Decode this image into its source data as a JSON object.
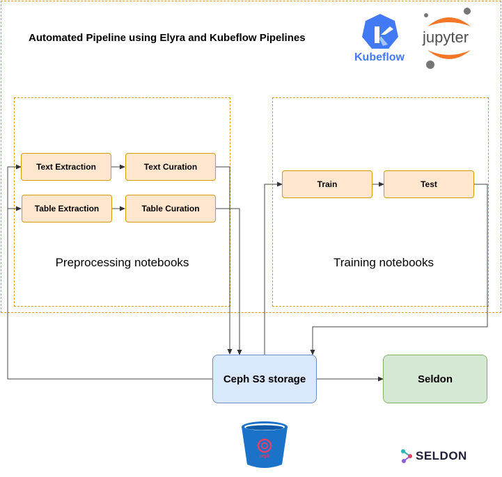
{
  "title": "Automated Pipeline using Elyra and Kubeflow Pipelines",
  "groups": {
    "preprocessing": "Preprocessing notebooks",
    "training": "Training notebooks"
  },
  "nodes": {
    "text_extraction": "Text Extraction",
    "text_curation": "Text Curation",
    "table_extraction": "Table Extraction",
    "table_curation": "Table Curation",
    "train": "Train",
    "test": "Test",
    "ceph": "Ceph S3 storage",
    "seldon": "Seldon"
  },
  "logos": {
    "kubeflow": "Kubeflow",
    "jupyter": "jupyter",
    "ceph": "ceph",
    "seldon": "SELDON"
  },
  "colors": {
    "dashed_border": "#d79b00",
    "step_fill": "#ffe6cc",
    "step_border": "#d79b00",
    "storage_fill": "#dae8fc",
    "storage_border": "#6c8ebf",
    "seldon_fill": "#d5e8d4",
    "seldon_border": "#82b366",
    "edge": "#444444"
  }
}
